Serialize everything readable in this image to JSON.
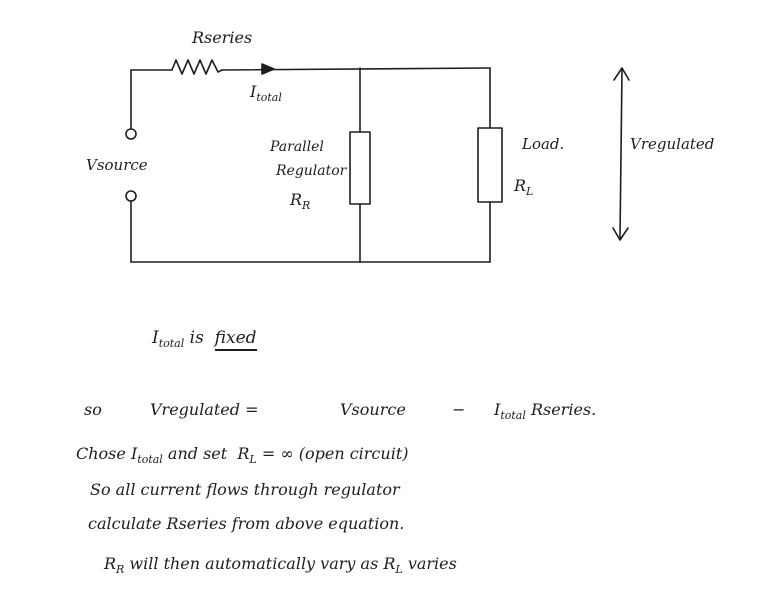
{
  "circuit": {
    "rseries_label": "Rseries",
    "itotal": {
      "main": "I",
      "sub": "total"
    },
    "vsource_label": "Vsource",
    "parallel_regulator": {
      "line1": "Parallel",
      "line2": "Regulator",
      "line3": "R",
      "line3_sub": "R"
    },
    "load": {
      "line1": "Load.",
      "line2": "R",
      "line2_sub": "L"
    },
    "vregulated_label": "Vregulated"
  },
  "notes": {
    "heading": {
      "main": "I",
      "sub": "total",
      "mid": " is ",
      "emph": "fixed"
    },
    "line1": {
      "prefix": "so",
      "lhs": "Vregulated =",
      "rhs1": "Vsource",
      "minus": "−",
      "i": "I",
      "i_sub": "total",
      "rhs2": " Rseries."
    },
    "line2": {
      "pre": "Chose ",
      "i": "I",
      "i_sub": "total",
      "mid": " and set  R",
      "r_sub": "L",
      "post": " = ∞ (open circuit)"
    },
    "line3": "So all current flows through regulator",
    "line4": "calculate Rseries from above equation.",
    "line5": {
      "r1": "R",
      "r1_sub": "R",
      "mid": " will then automatically vary as R",
      "r2_sub": "L",
      "post": " varies"
    }
  }
}
